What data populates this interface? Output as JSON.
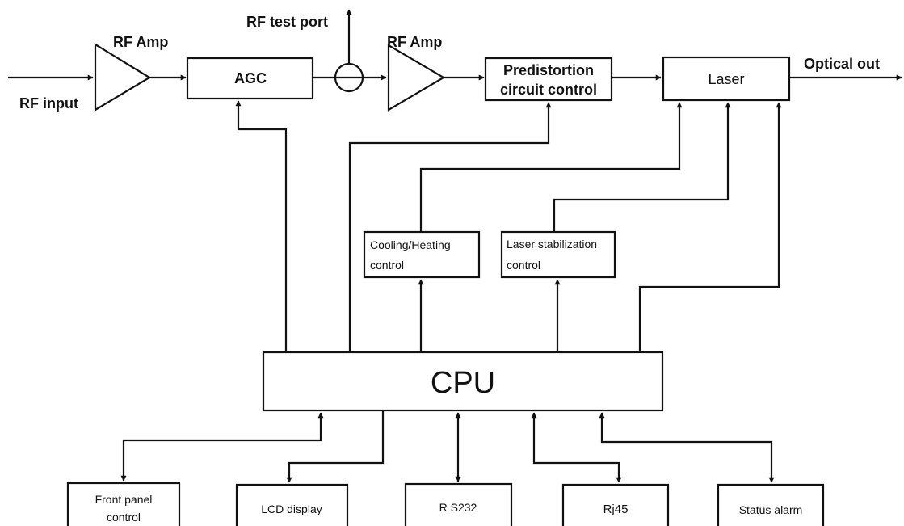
{
  "labels": {
    "rf_input": "RF input",
    "rf_amp_1": "RF Amp",
    "agc": "AGC",
    "rf_test_port": "RF test port",
    "rf_amp_2": "RF Amp",
    "predistortion_line1": "Predistortion",
    "predistortion_line2": "circuit control",
    "laser": "Laser",
    "optical_out": "Optical out",
    "cooling_line1": "Cooling/Heating",
    "cooling_line2": "control",
    "laser_stab_line1": "Laser stabilization",
    "laser_stab_line2": "control",
    "cpu": "CPU",
    "front_panel_line1": "Front panel",
    "front_panel_line2": "control",
    "lcd_display": "LCD display",
    "rs232": "R S232",
    "rj45": "Rj45",
    "status_alarm": "Status alarm"
  }
}
